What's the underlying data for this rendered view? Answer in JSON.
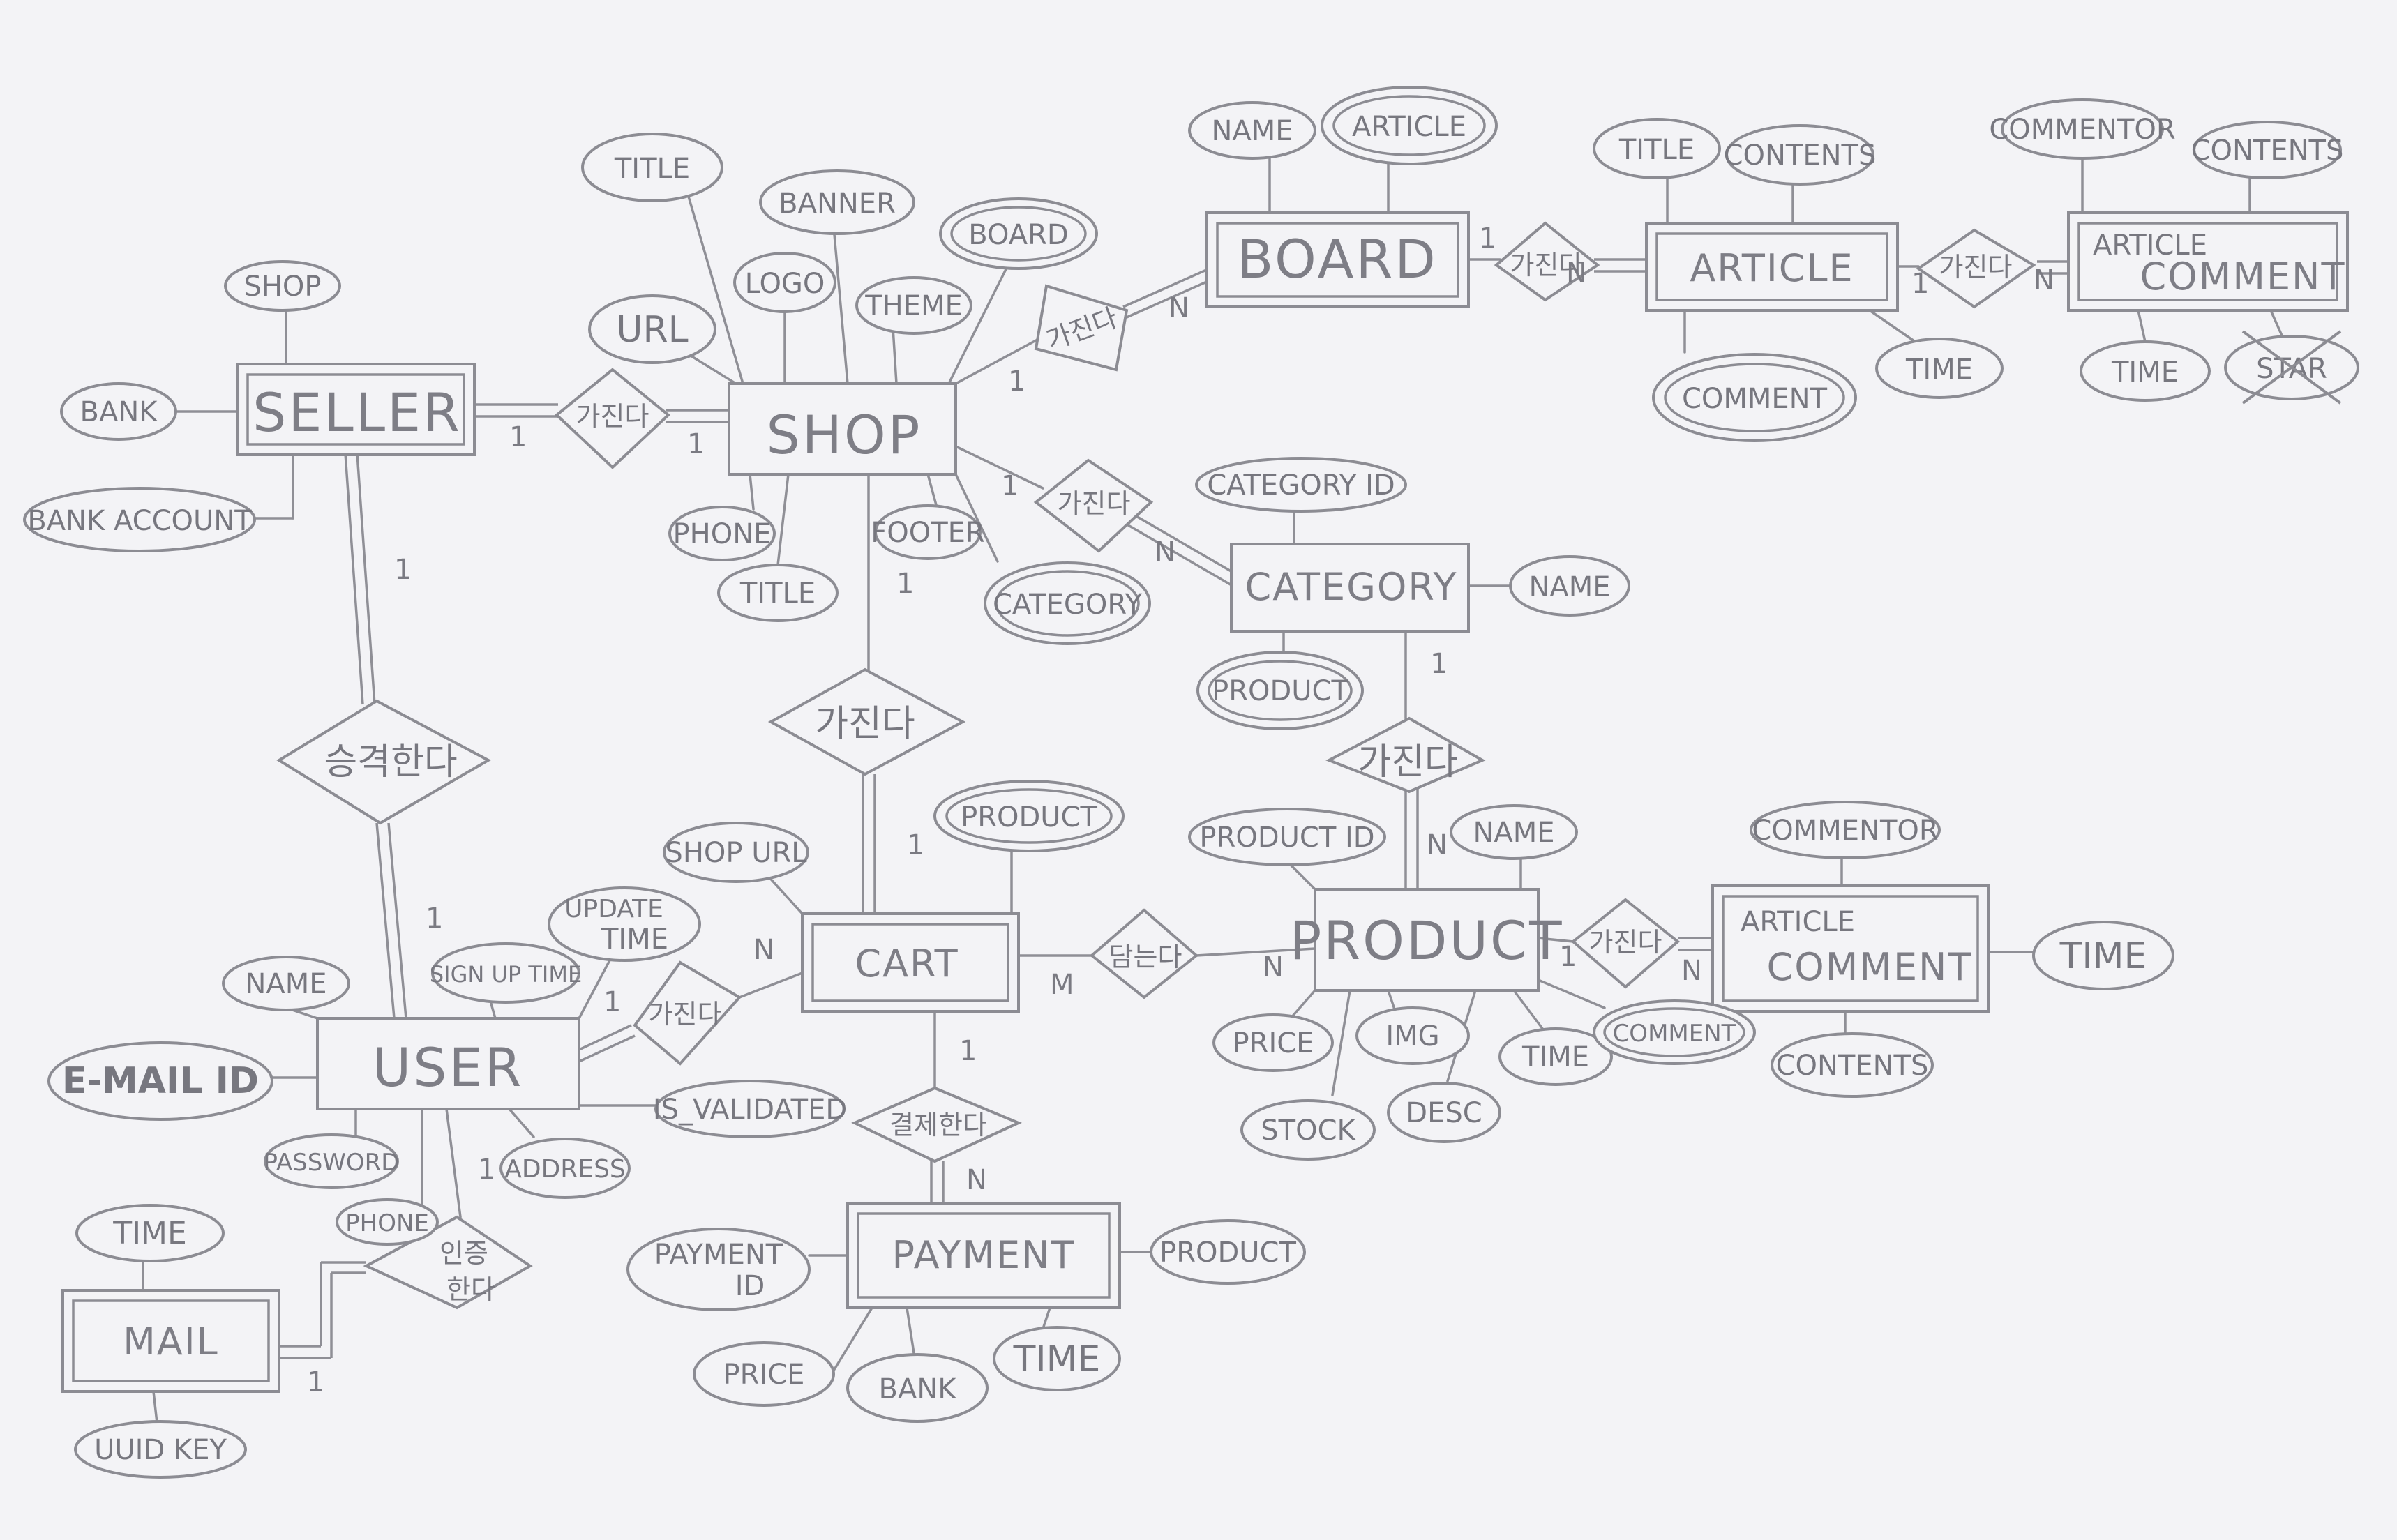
{
  "diagram": {
    "entities": {
      "seller": "SELLER",
      "shop": "SHOP",
      "board": "BOARD",
      "article": "ARTICLE",
      "article_comment_board_1": "ARTICLE",
      "article_comment_board_2": "COMMENT",
      "category": "CATEGORY",
      "user": "USER",
      "cart": "CART",
      "product": "PRODUCT",
      "article_comment_product_1": "ARTICLE",
      "article_comment_product_2": "COMMENT",
      "payment": "PAYMENT",
      "mail": "MAIL"
    },
    "attributes": {
      "seller_shop": "SHOP",
      "seller_bank": "BANK",
      "seller_bank_account": "BANK ACCOUNT",
      "shop_title_top": "TITLE",
      "shop_banner": "BANNER",
      "shop_logo": "LOGO",
      "shop_theme": "THEME",
      "shop_board": "BOARD",
      "shop_url": "URL",
      "shop_phone": "PHONE",
      "shop_title_bottom": "TITLE",
      "shop_footer": "FOOTER",
      "shop_category": "CATEGORY",
      "board_name": "NAME",
      "board_article": "ARTICLE",
      "article_title": "TITLE",
      "article_contents": "CONTENTS",
      "article_comment": "COMMENT",
      "article_time": "TIME",
      "article_comment_commentor": "COMMENTOR",
      "article_comment_contents": "CONTENTS",
      "article_comment_time": "TIME",
      "article_comment_star": "STAR",
      "category_id": "CATEGORY ID",
      "category_name": "NAME",
      "category_product": "PRODUCT",
      "cart_shop_url": "SHOP URL",
      "cart_product": "PRODUCT",
      "user_name": "NAME",
      "user_signup_time": "SIGN UP TIME",
      "user_update_time_1": "UPDATE",
      "user_update_time_2": "TIME",
      "user_email_id": "E-MAIL ID",
      "user_password": "PASSWORD",
      "user_phone": "PHONE",
      "user_address": "ADDRESS",
      "user_is_validated": "IS_VALIDATED",
      "product_id": "PRODUCT ID",
      "product_name": "NAME",
      "product_price": "PRICE",
      "product_img": "IMG",
      "product_time": "TIME",
      "product_comment": "COMMENT",
      "product_stock": "STOCK",
      "product_desc": "DESC",
      "product_comment_commentor": "COMMENTOR",
      "product_comment_time": "TIME",
      "product_comment_contents": "CONTENTS",
      "payment_id_1": "PAYMENT",
      "payment_id_2": "ID",
      "payment_product": "PRODUCT",
      "payment_price": "PRICE",
      "payment_bank": "BANK",
      "payment_time": "TIME",
      "mail_time": "TIME",
      "mail_uuid_key": "UUID KEY"
    },
    "relationships": {
      "seller_shop": "가진다",
      "shop_board": "가진다",
      "board_article": "가진다",
      "article_comment": "가진다",
      "shop_category": "가진다",
      "shop_cart": "가진다",
      "category_product": "가진다",
      "seller_user": "승격한다",
      "user_cart": "가진다",
      "cart_product": "담는다",
      "product_comment": "가진다",
      "cart_payment": "결제한다",
      "user_mail_1": "인증",
      "user_mail_2": "한다"
    },
    "cardinalities": {
      "seller_shop_seller": "1",
      "seller_shop_shop": "1",
      "shop_board_shop": "1",
      "shop_board_board": "N",
      "board_article_board": "1",
      "board_article_article": "N",
      "article_comment_article": "1",
      "article_comment_comment": "N",
      "shop_category_shop": "1",
      "shop_category_category": "N",
      "shop_cart_shop": "1",
      "shop_cart_cart": "1",
      "category_product_category": "1",
      "category_product_product": "N",
      "seller_user_seller": "1",
      "seller_user_user": "1",
      "user_cart_user": "1",
      "user_cart_cart": "N",
      "cart_product_cart": "M",
      "cart_product_product": "N",
      "product_comment_product": "1",
      "product_comment_comment": "N",
      "cart_payment_cart": "1",
      "cart_payment_payment": "N",
      "user_mail_user": "1",
      "user_mail_mail": "1"
    }
  }
}
